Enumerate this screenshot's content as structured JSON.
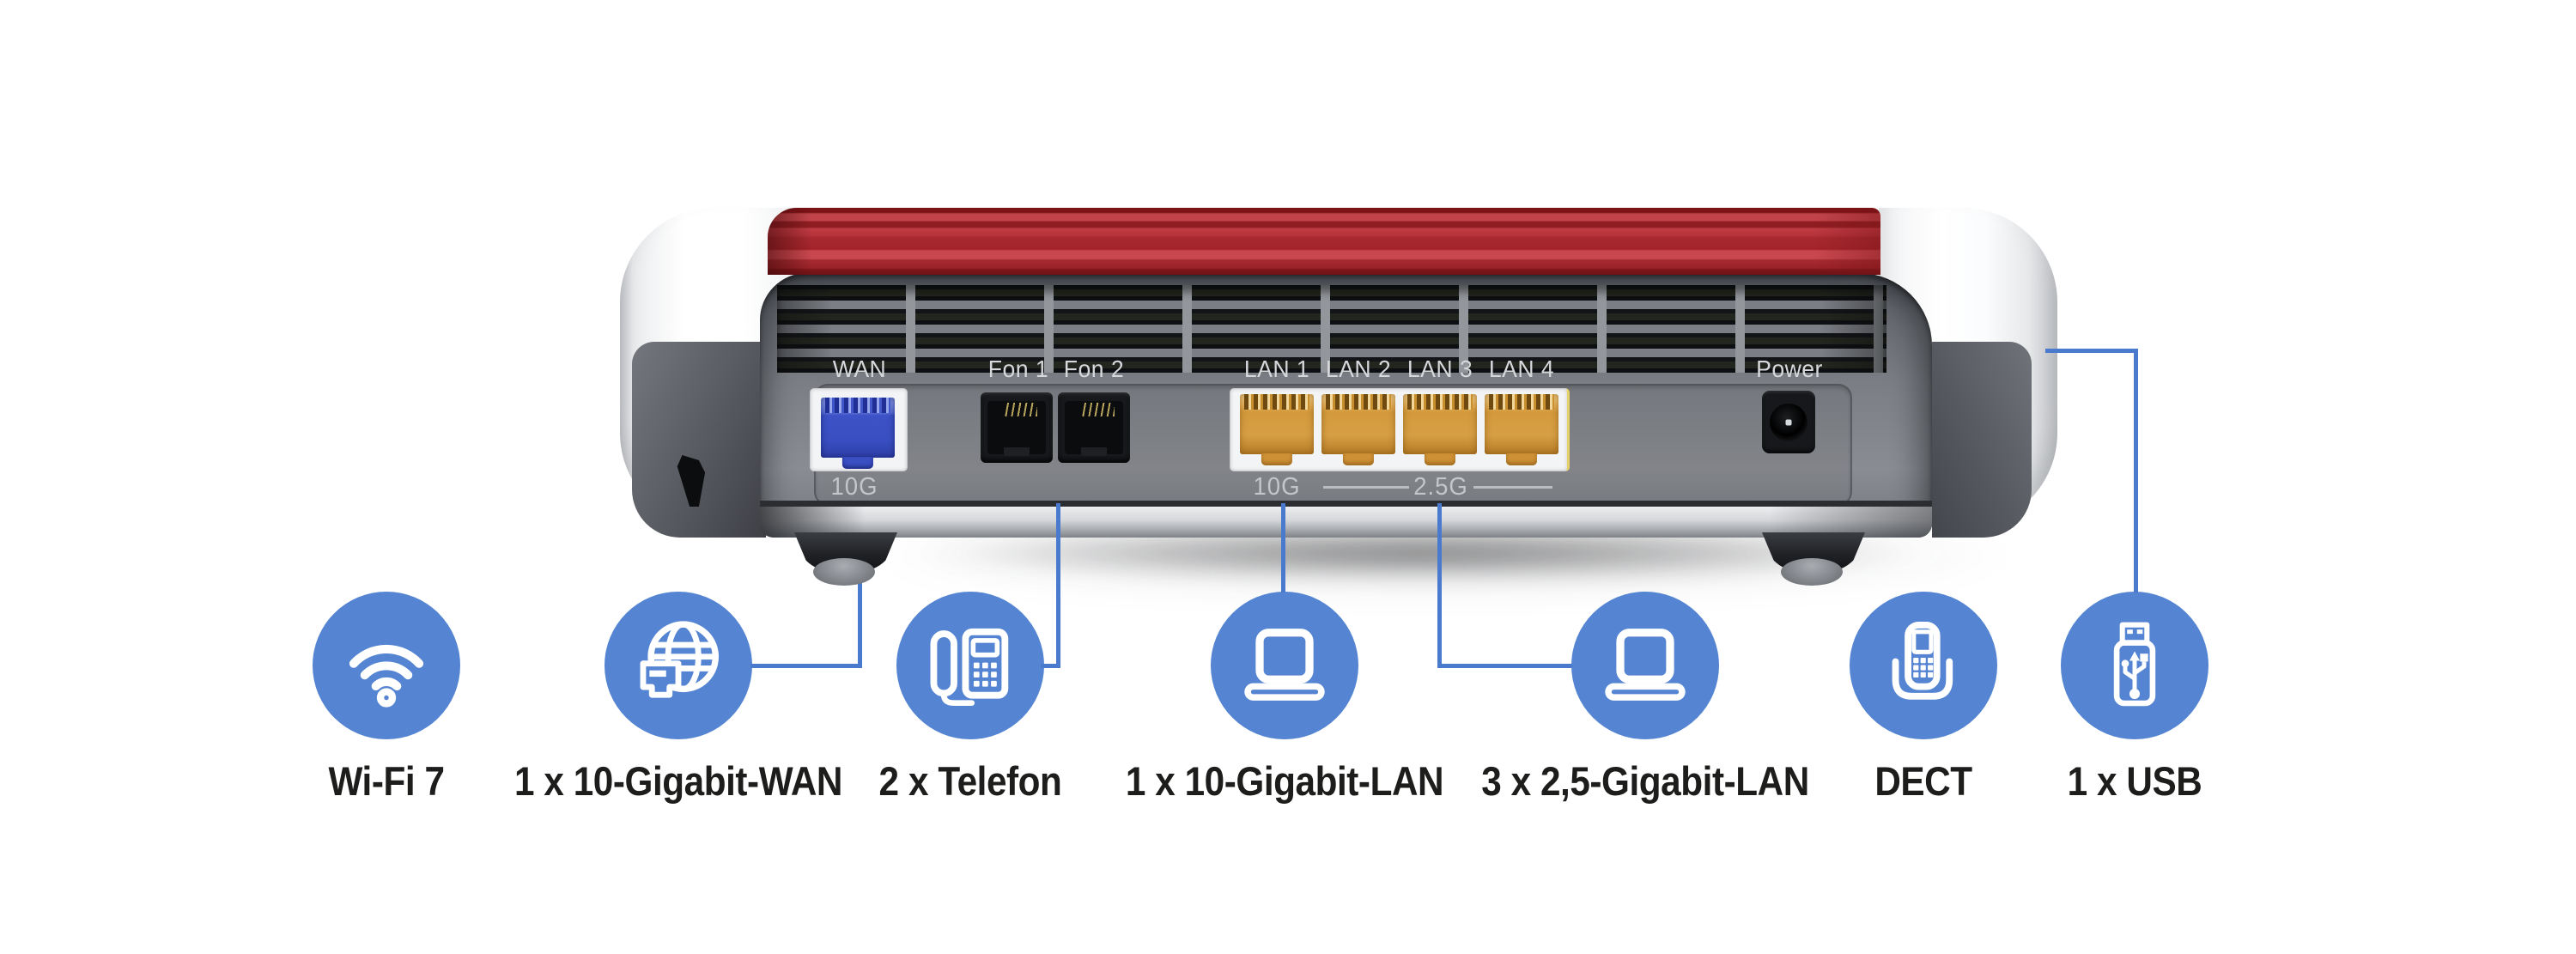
{
  "device": {
    "ports": {
      "wan": {
        "label": "WAN",
        "speed": "10G"
      },
      "fon1": {
        "label": "Fon 1"
      },
      "fon2": {
        "label": "Fon 2"
      },
      "lan": {
        "labels": [
          "LAN 1",
          "LAN 2",
          "LAN 3",
          "LAN 4"
        ],
        "speed_left": "10G",
        "speed_right": "2.5G"
      },
      "power": {
        "label": "Power"
      }
    }
  },
  "features": [
    {
      "icon": "wifi-icon",
      "label": "Wi-Fi 7"
    },
    {
      "icon": "globe-ethernet-icon",
      "label": "1 x 10-Gigabit-WAN"
    },
    {
      "icon": "desk-phone-icon",
      "label": "2 x Telefon"
    },
    {
      "icon": "laptop-icon",
      "label": "1 x 10-Gigabit-LAN"
    },
    {
      "icon": "laptop-icon",
      "label": "3 x 2,5-Gigabit-LAN"
    },
    {
      "icon": "dect-handset-icon",
      "label": "DECT"
    },
    {
      "icon": "usb-stick-icon",
      "label": "1 x USB"
    }
  ],
  "colors": {
    "accent_blue": "#5585d2",
    "line_blue": "#4a7ace",
    "brand_red": "#b22f35",
    "label_text": "#1d1d1b",
    "port_label": "#d6d8db"
  }
}
